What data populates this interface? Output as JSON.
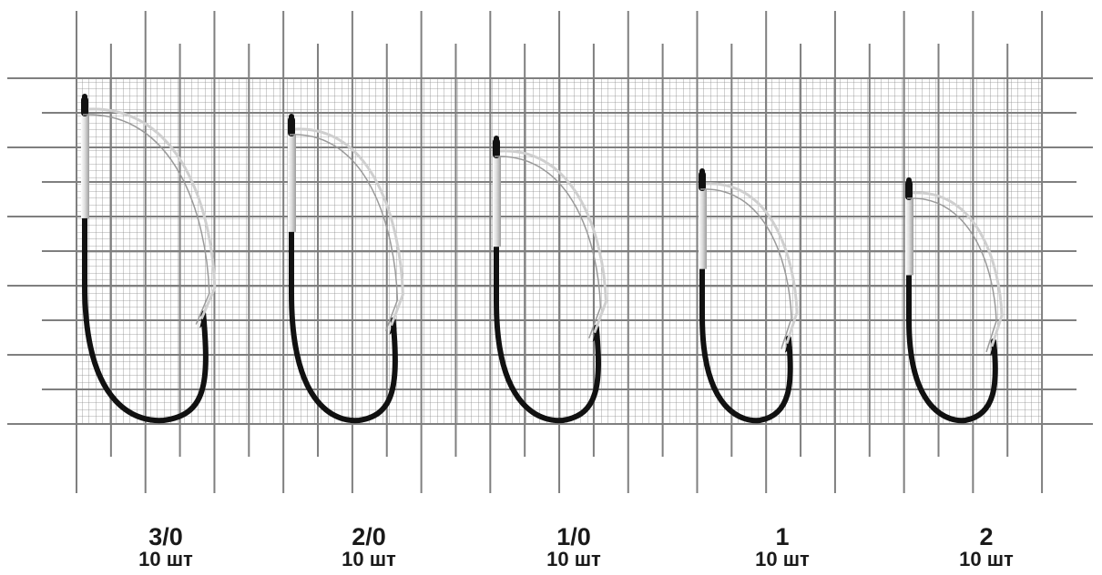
{
  "hooks": [
    {
      "size": "3/0",
      "qty": "10 шт"
    },
    {
      "size": "2/0",
      "qty": "10 шт"
    },
    {
      "size": "1/0",
      "qty": "10 шт"
    },
    {
      "size": "1",
      "qty": "10 шт"
    },
    {
      "size": "2",
      "qty": "10 шт"
    }
  ],
  "colors": {
    "grid_fine": "#9a9a9a",
    "grid_major": "#8a8a8a",
    "hook": "#111111",
    "hook_shine": "#cfcfcf"
  }
}
